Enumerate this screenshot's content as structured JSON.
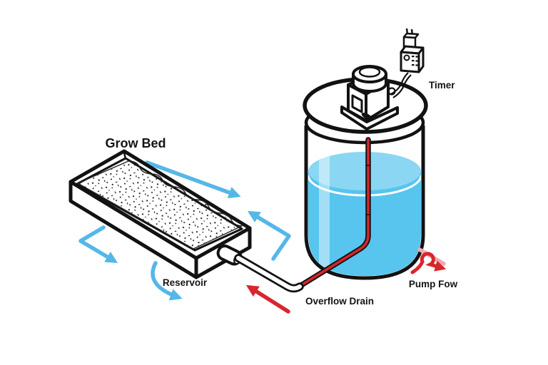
{
  "diagram": {
    "labels": {
      "grow_bed": "Grow Bed",
      "reservoir": "Reservoir",
      "timer": "Timer",
      "overflow_drain": "Overflow Drain",
      "pump_flow": "Pump Fow"
    },
    "colors": {
      "water": "#57c5ee",
      "water_surface": "#8bd7f3",
      "arrow_blue": "#55b7e8",
      "arrow_red": "#d8262c",
      "arrow_red_faded": "#f0a9ac",
      "tube_red": "#d6252b",
      "line": "#121212",
      "background": "#ffffff"
    }
  }
}
